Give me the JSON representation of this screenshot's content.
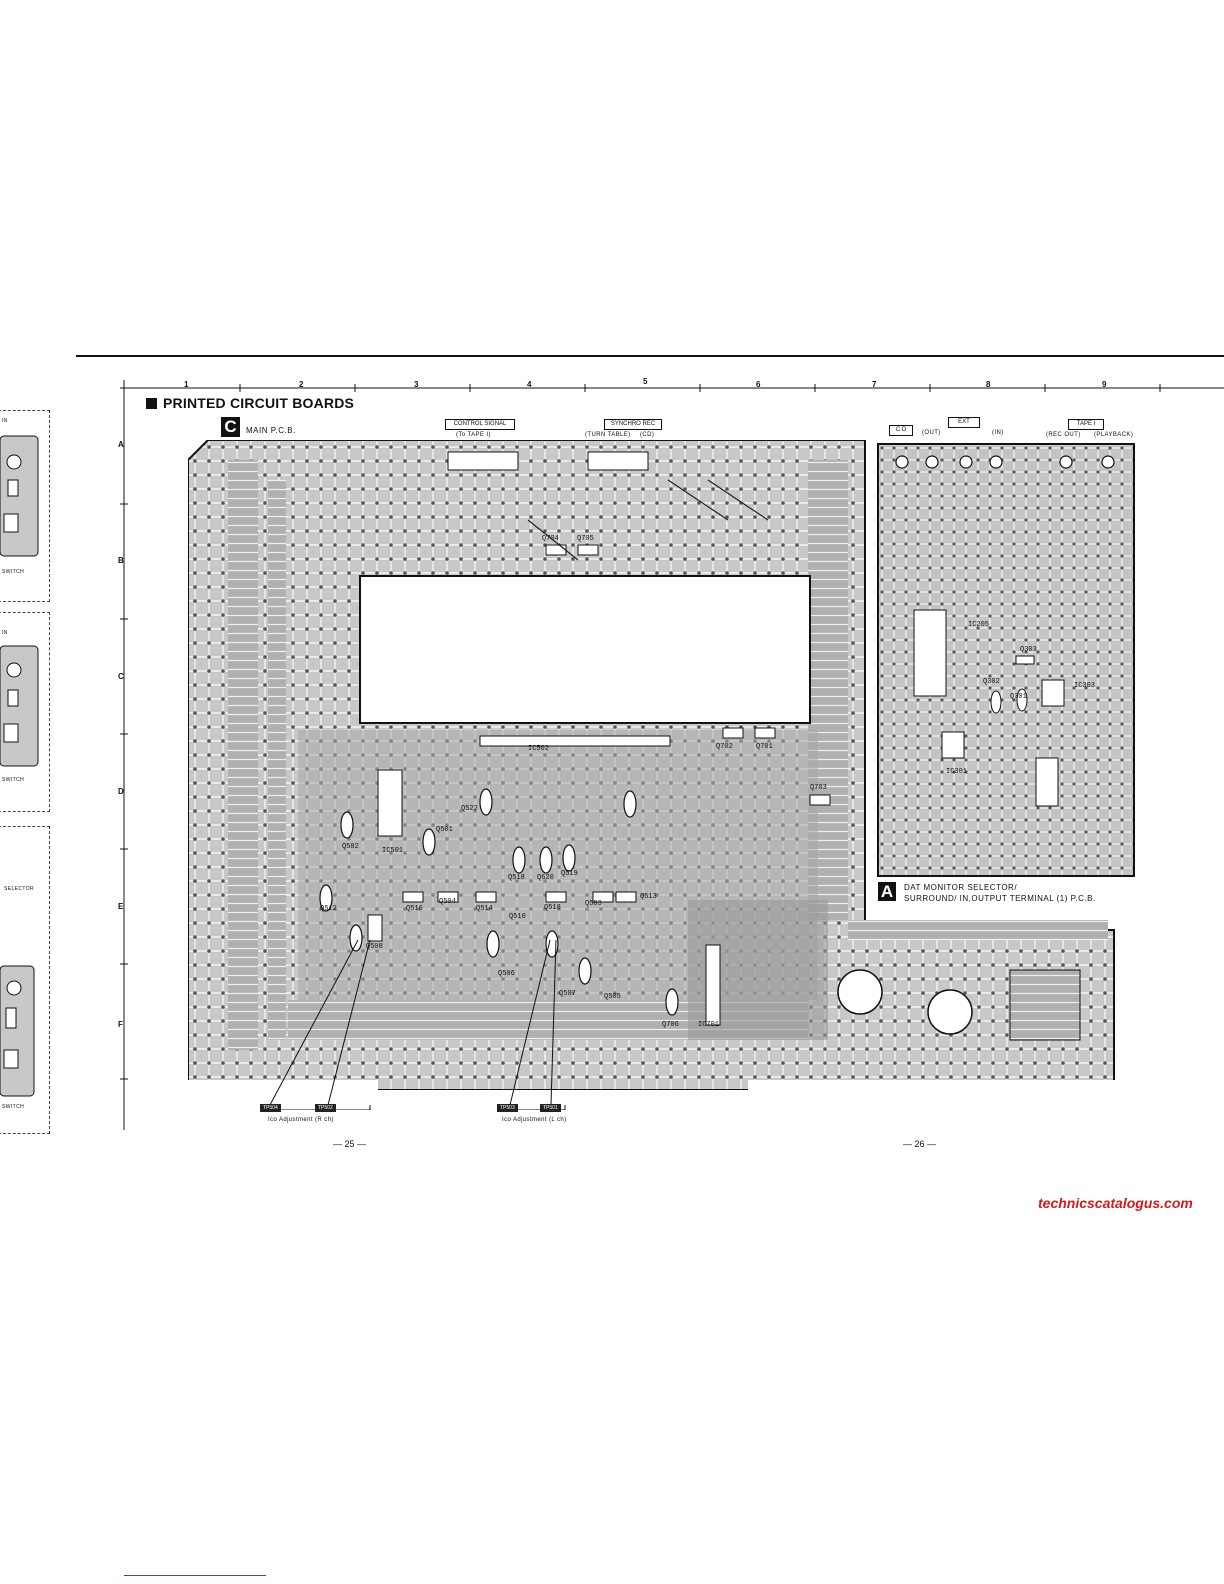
{
  "section": {
    "title": "PRINTED CIRCUIT BOARDS"
  },
  "grid": {
    "columns": [
      "1",
      "2",
      "3",
      "4",
      "5",
      "6",
      "7",
      "8",
      "9"
    ],
    "rows": [
      "A",
      "B",
      "C",
      "D",
      "E",
      "F"
    ]
  },
  "main_board": {
    "badge": "C",
    "name": "MAIN P.C.B."
  },
  "dat_board": {
    "badge": "A",
    "line1": "DAT MONITOR SELECTOR/",
    "line2": "SURROUND/ IN,OUTPUT TERMINAL (1) P.C.B."
  },
  "connectors": {
    "control_signal": "CONTROL SIGNAL",
    "control_sub": "(To TAPE I)",
    "synchro_rec": "SYNCHRO REC",
    "synchro_sub_a": "(TURN TABLE)",
    "synchro_sub_b": "(CD)",
    "cd": "C D",
    "ext": "EXT",
    "ext_out": "(OUT)",
    "ext_in": "(IN)",
    "tape": "TAPE I",
    "tape_rec_out": "(REC OUT)",
    "tape_playback": "(PLAYBACK)"
  },
  "parts": {
    "ic501": "IC501",
    "ic502": "IC502",
    "ic701": "IC701",
    "ic205": "IC205",
    "ic301": "IC301",
    "ic303": "IC303",
    "q502": "Q502",
    "q501": "Q501",
    "q512": "Q512",
    "q508": "Q508",
    "q516": "Q516",
    "q504": "Q504",
    "q514": "Q514",
    "q510": "Q510",
    "q518": "Q518",
    "q620": "Q620",
    "q519": "Q519",
    "q506": "Q506",
    "q507": "Q507",
    "q505": "Q505",
    "q503": "Q503",
    "q513": "Q513",
    "q706": "Q706",
    "q702": "Q702",
    "q701": "Q701",
    "q703": "Q703",
    "q704": "Q704",
    "q705": "Q705",
    "q303": "Q303",
    "q302": "Q302",
    "q301": "Q301",
    "q522": "Q522"
  },
  "test_points": {
    "tp504": "TP504",
    "tp502": "TP502",
    "tp503": "TP503",
    "tp501": "TP501",
    "adj_r": "Ico Adjustment (R ch)",
    "adj_l": "Ico Adjustment (L ch)"
  },
  "pages": {
    "left": "— 25 —",
    "right": "— 26 —"
  },
  "watermark": "technicscatalogus.com",
  "left_panels": {
    "in_1": "IN",
    "switch_1": "SWITCH",
    "in_2": "IN",
    "switch_2": "SWITCH",
    "selector": "SELECTOR",
    "switch_3": "SWITCH"
  },
  "colors": {
    "ink": "#111111",
    "board": "#bdbdbd",
    "watermark": "#d41a1a"
  }
}
